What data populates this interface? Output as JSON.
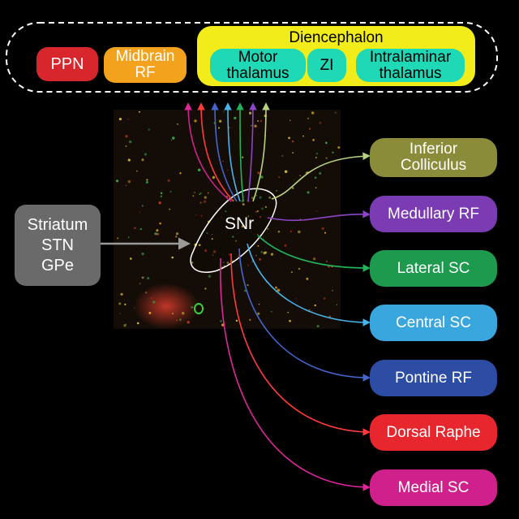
{
  "colors": {
    "background": "#000000",
    "ppn": "#d7262c",
    "midbrain_rf": "#f3a21e",
    "diencephalon": "#f2ec1a",
    "diencephalon_sub": "#1fd8b6",
    "striatum_box": "#6a6a6a",
    "inferior_colliculus": "#8b8c3a",
    "medullary_rf": "#7b3bb2",
    "lateral_sc": "#1d9a4e",
    "central_sc": "#3aa6de",
    "pontine_rf": "#2c4da3",
    "dorsal_raphe": "#e8262d",
    "medial_sc": "#d0208c"
  },
  "diencephalon_group": {
    "title": "Diencephalon",
    "motor_thalamus": "Motor\nthalamus",
    "zi": "ZI",
    "intralaminar_thalamus": "Intralaminar\nthalamus"
  },
  "ppn": "PPN",
  "midbrain_rf": "Midbrain\nRF",
  "input_box": "Striatum\nSTN\nGPe",
  "snr": "SNr",
  "outputs": {
    "inferior_colliculus": "Inferior\nColliculus",
    "medullary_rf": "Medullary RF",
    "lateral_sc": "Lateral SC",
    "central_sc": "Central SC",
    "pontine_rf": "Pontine RF",
    "dorsal_raphe": "Dorsal Raphe",
    "medial_sc": "Medial SC"
  }
}
